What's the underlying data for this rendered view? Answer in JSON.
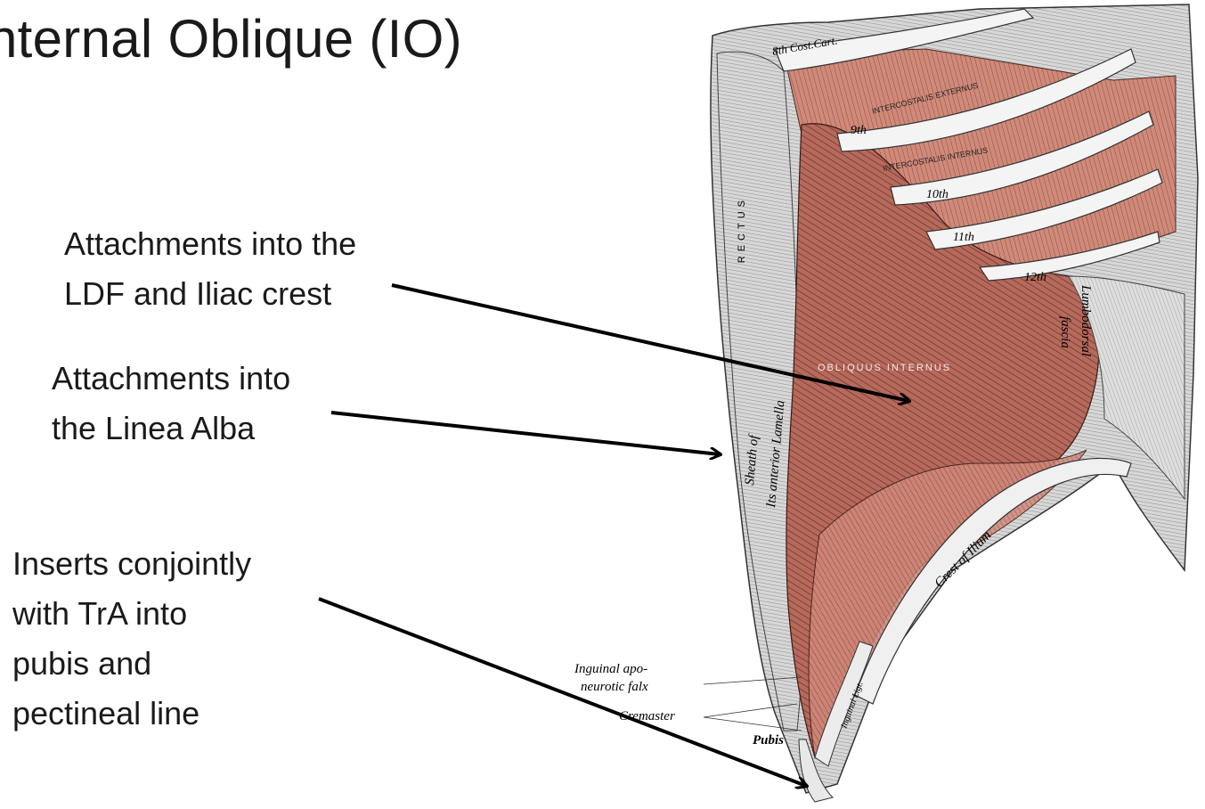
{
  "slide": {
    "title": "nternal Oblique (IO)"
  },
  "callouts": {
    "ldf": [
      "Attachments into the",
      "LDF and Iliac crest"
    ],
    "linea": [
      "Attachments into",
      "the Linea Alba"
    ],
    "inserts": [
      "Inserts conjointly",
      "with TrA into",
      "pubis and",
      "pectineal line"
    ]
  },
  "figure": {
    "labels": {
      "cost_cart": "8th Cost.Cart.",
      "intercostalis_externus": "INTERCOSTALIS EXTERNUS",
      "intercostalis_internus": "INTERCOSTALIS INTERNUS",
      "rib_9": "9th",
      "rib_10": "10th",
      "rib_11": "11th",
      "rib_12": "12th",
      "lumbodorsal": "Lumbodorsal",
      "fascia": "fascia",
      "obliquus_internus": "OBLIQUUS INTERNUS",
      "rectus": "RECTUS",
      "sheath_of": "Sheath of",
      "its_anterior_lamella": "Its anterior Lamella",
      "crest_of_ilium": "Crest of Ilium",
      "inguinal_lig": "Inguinal Ligt.",
      "inguinal_falx_1": "Inguinal apo-",
      "inguinal_falx_2": "neurotic falx",
      "cremaster": "Cremaster",
      "pubis": "Pubis"
    },
    "colors": {
      "muscle": "#a65a4d",
      "muscle_light": "#d98f80",
      "fascia": "#c9c9c9",
      "ink": "#2a2a2a"
    }
  }
}
